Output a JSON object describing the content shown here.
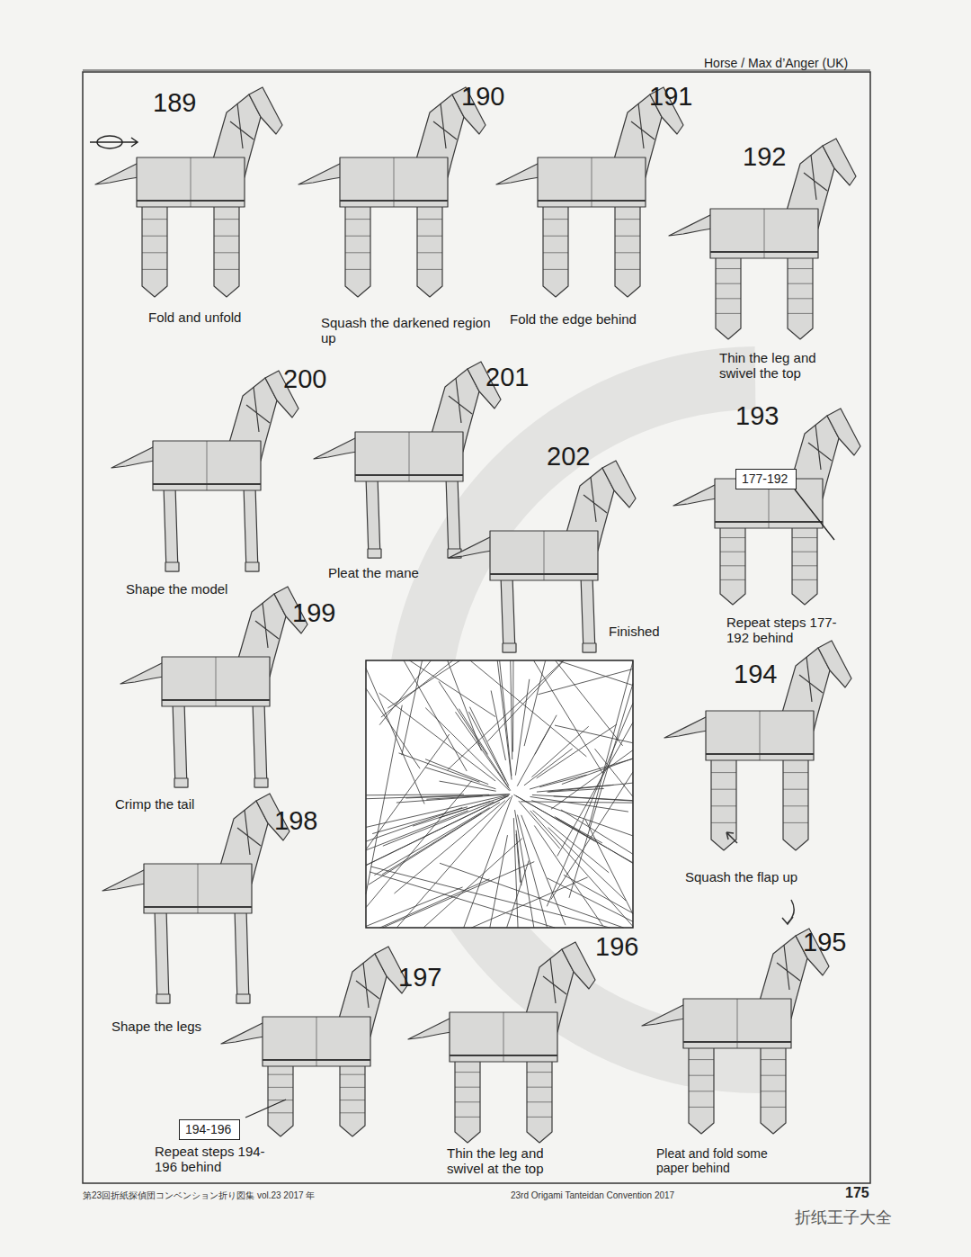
{
  "diagram": {
    "title": "Horse / Max d’Anger (UK)",
    "nodes": [
      {
        "text": [
          "177-192"
        ]
      },
      {
        "text": [
          "194-196"
        ]
      }
    ],
    "labels": [
      "189",
      "190",
      "191",
      "192",
      "Fold and unfold",
      "Squash the darkened region up",
      "Fold the edge behind",
      "Thin the leg and swivel the top",
      "200",
      "201",
      "202",
      "193",
      "Shape the model",
      "Pleat the mane",
      "Finished",
      "Repeat steps 177-192 behind",
      "199",
      "194",
      "Crimp the tail",
      "Squash the flap up",
      "198",
      "197",
      "196",
      "195",
      "Shape the legs",
      "Repeat steps 194-196 behind",
      "Thin the leg and swivel at the top",
      "Pleat and fold some paper behind",
      "第23回折紙探偵団コンベンション折り図集 vol.23 2017 年",
      "23rd Origami Tanteidan Convention 2017",
      "175",
      "折纸王子大全"
    ]
  }
}
